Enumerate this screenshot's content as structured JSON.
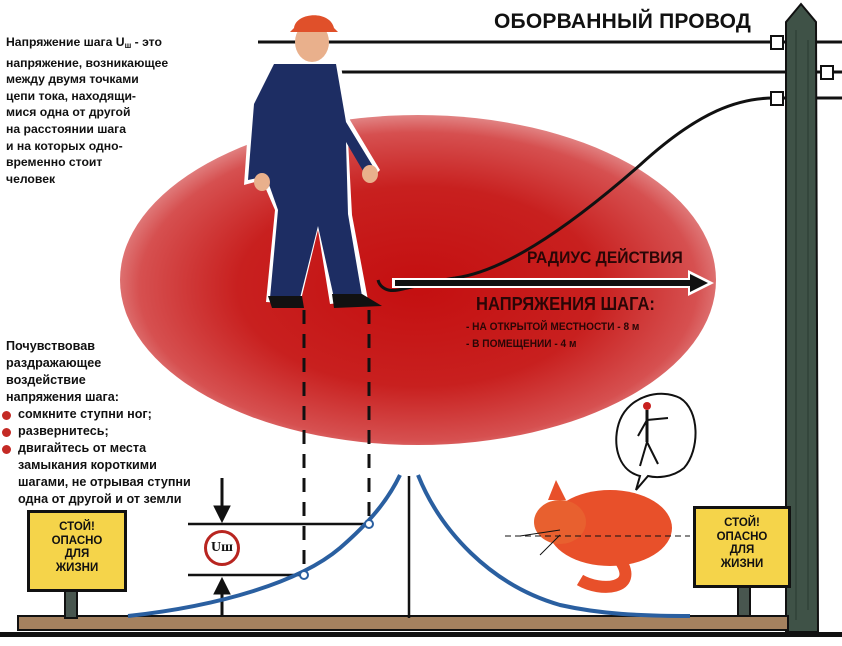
{
  "title": "ОБОРВАННЫЙ ПРОВОД",
  "definition": {
    "lines": [
      "Напряжение шага U",
      "напряжение, возникающее",
      "между двумя точками",
      "цепи тока, находящи-",
      "мися одна от другой",
      "на расстоянии шага",
      "и на которых одно-",
      "временно стоит",
      "человек"
    ],
    "symbol_subscript": "ш",
    "first_line_suffix": " - это"
  },
  "advice": {
    "intro_lines": [
      "Почувствовав",
      "раздражающее",
      "воздействие",
      "напряжения шага:"
    ],
    "bullets": [
      "сомкните ступни ног;",
      "развернитесь;",
      "двигайтесь  от места"
    ],
    "continuation": [
      "замыкания  короткими",
      "шагами, не отрывая ступни",
      "одна от другой и от земли"
    ]
  },
  "radius": {
    "label": "РАДИУС ДЕЙСТВИЯ",
    "subtitle": "НАПРЯЖЕНИЯ ШАГА:",
    "items": [
      "-  НА ОТКРЫТОЙ МЕСТНОСТИ - 8 м",
      "-  В ПОМЕЩЕНИИ - 4 м"
    ]
  },
  "voltage_symbol": "Uш",
  "signs": {
    "left": [
      "СТОЙ!",
      "ОПАСНО",
      "ДЛЯ",
      "ЖИЗНИ"
    ],
    "right": [
      "СТОЙ!",
      "ОПАСНО",
      "ДЛЯ",
      "ЖИЗНИ"
    ]
  },
  "colors": {
    "danger_zone": "#c8181a",
    "curve": "#2a5fa0",
    "sign": "#f5d44a",
    "pole": "#3f5247",
    "ground": "#a4815f",
    "overalls": "#1d2d63",
    "helmet": "#e0502a",
    "cat": "#e8502a"
  }
}
